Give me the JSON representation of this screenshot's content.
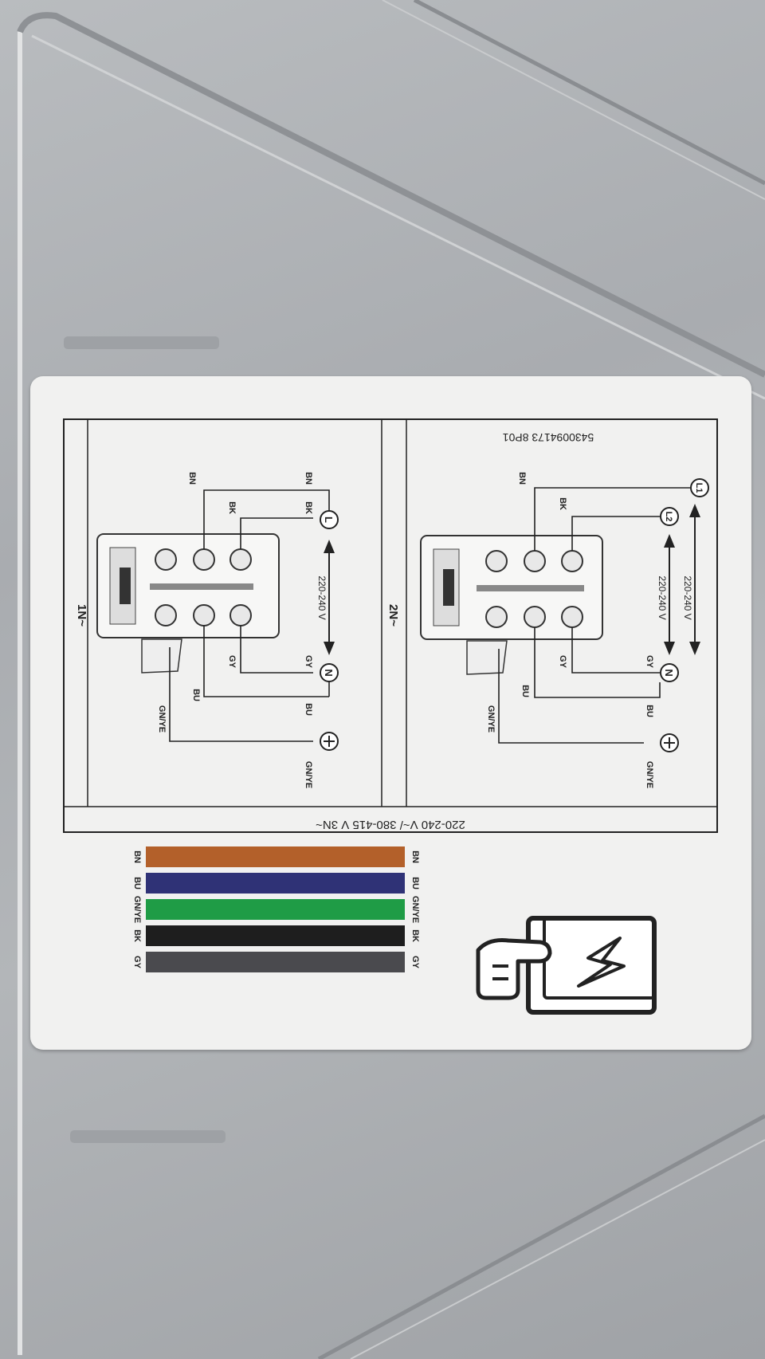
{
  "diagram": {
    "part_number": "5430094173 8P01",
    "supply_label": "220-240 V~/ 380-415 V 3N~",
    "panel_1n": {
      "title": "1N~",
      "voltage": "220-240 V",
      "terminals": {
        "line": "L",
        "neutral": "N"
      },
      "wire_labels": {
        "bn": "BN",
        "bk": "BK",
        "gy": "GY",
        "bu": "BU",
        "gnye": "GN/YE"
      }
    },
    "panel_2n": {
      "title": "2N~",
      "voltage_1": "220-240 V",
      "voltage_2": "220-240 V",
      "terminals": {
        "line1": "L1",
        "line2": "L2",
        "neutral": "N"
      },
      "wire_labels": {
        "bn": "BN",
        "bk": "BK",
        "gy": "GY",
        "bu": "BU",
        "gnye": "GN/YE"
      }
    }
  },
  "legend": {
    "wires": [
      {
        "code": "BN",
        "color": "#b3602a"
      },
      {
        "code": "BU",
        "color": "#2f3276"
      },
      {
        "code": "GN/YE",
        "color": "#1f9c46"
      },
      {
        "code": "BK",
        "color": "#1e1e1e"
      },
      {
        "code": "GY",
        "color": "#4a4a4e"
      }
    ]
  },
  "icons": [
    "hand-pointer-icon",
    "lightning-manual-icon",
    "ground-icon"
  ]
}
